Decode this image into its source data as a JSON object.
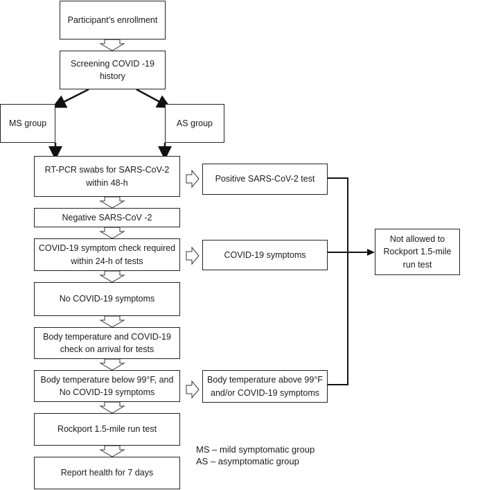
{
  "boxes": {
    "enrollment": "Participant’s enrollment",
    "screening": "Screening COVID -19\nhistory",
    "ms_group": "MS group",
    "as_group": "AS group",
    "rtpcr": "RT-PCR swabs for SARS-CoV-2\nwithin 48-h",
    "positive": "Positive SARS-CoV-2 test",
    "negative": "Negative SARS-CoV -2",
    "symptom_check": "COVID-19 symptom check required\nwithin 24-h of tests",
    "covid_symptoms": "COVID-19 symptoms",
    "not_allowed": "Not allowed to\nRockport 1.5-mile\nrun test",
    "no_symptoms": "No COVID-19 symptoms",
    "arrival_check": "Body temperature and COVID-19\ncheck on arrival for tests",
    "temp_below": "Body temperature below 99°F, and\nNo COVID-19 symptoms",
    "temp_above": "Body temperature above 99°F\nand/or COVID-19 symptoms",
    "run_test": "Rockport 1.5-mile run test",
    "report": "Report health for 7 days"
  },
  "legend": {
    "ms": "MS – mild symptomatic group",
    "as": "AS – asymptomatic group"
  }
}
